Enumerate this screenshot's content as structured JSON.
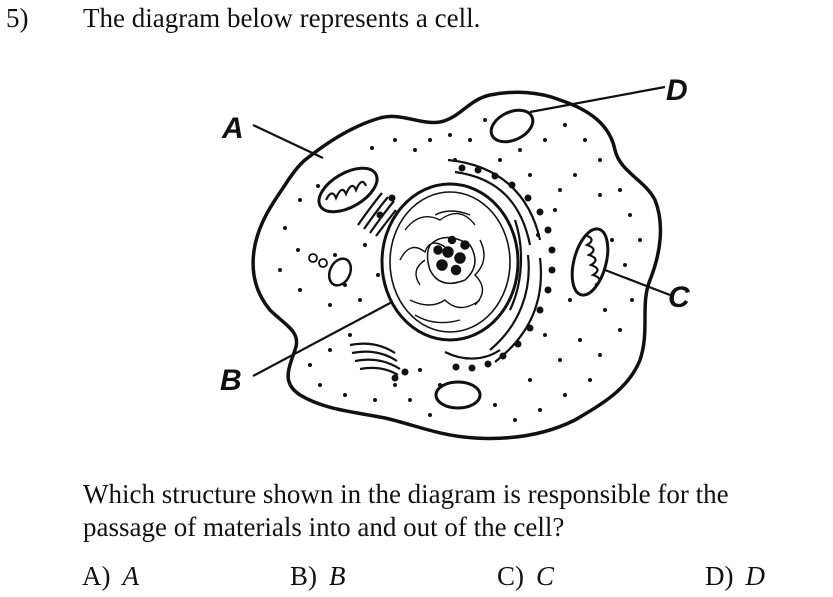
{
  "question": {
    "number": "5)",
    "intro": "The diagram below represents a cell.",
    "prompt_lines": [
      "Which structure shown in the diagram is responsible for the",
      "passage of materials into and out of the cell?"
    ]
  },
  "diagram": {
    "labels": {
      "a": "A",
      "b": "B",
      "c": "C",
      "d": "D"
    }
  },
  "choices": [
    {
      "letter": "A)",
      "text": "A"
    },
    {
      "letter": "B)",
      "text": "B"
    },
    {
      "letter": "C)",
      "text": "C"
    },
    {
      "letter": "D)",
      "text": "D"
    }
  ]
}
